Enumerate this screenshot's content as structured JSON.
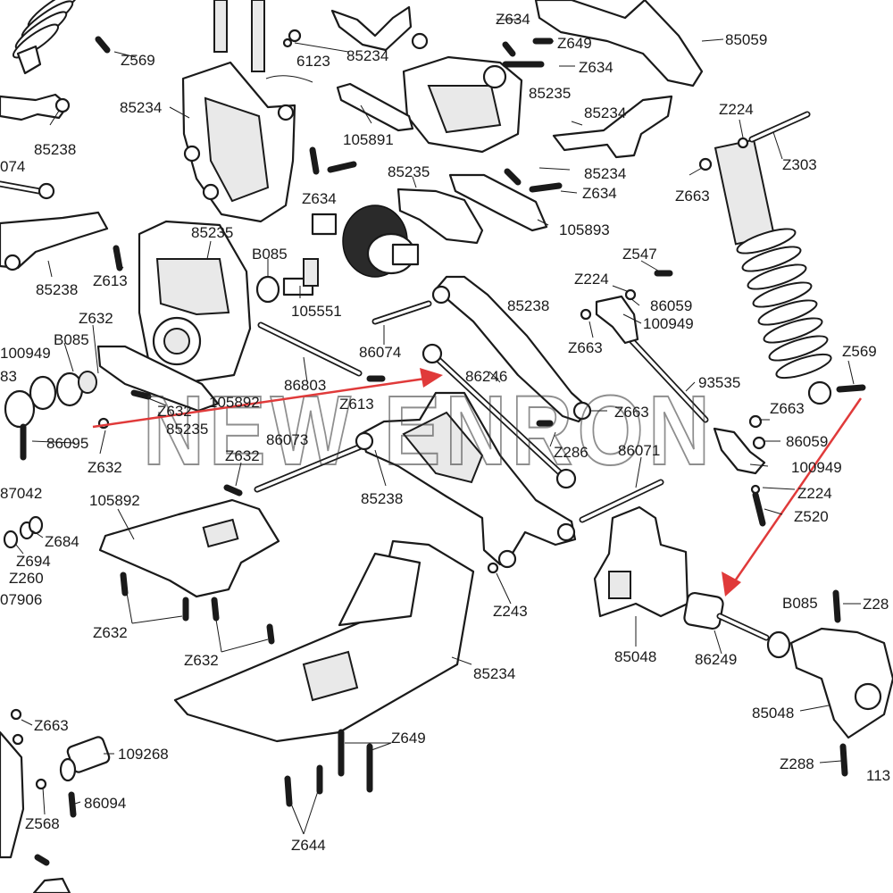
{
  "watermark": "NEW ENRON",
  "arrow_color": "#e03a3a",
  "labels": [
    {
      "id": "z569_top",
      "text": "Z569"
    },
    {
      "id": "p6123",
      "text": "6123"
    },
    {
      "id": "p85234_a",
      "text": "85234"
    },
    {
      "id": "z634_a",
      "text": "Z634"
    },
    {
      "id": "z649_a",
      "text": "Z649"
    },
    {
      "id": "z634_b",
      "text": "Z634"
    },
    {
      "id": "p85059",
      "text": "85059"
    },
    {
      "id": "p85234_b",
      "text": "85234"
    },
    {
      "id": "p85238_a",
      "text": "85238"
    },
    {
      "id": "p074",
      "text": "074"
    },
    {
      "id": "p105891",
      "text": "105891"
    },
    {
      "id": "p85235_a",
      "text": "85235"
    },
    {
      "id": "p85234_c",
      "text": "85234"
    },
    {
      "id": "z224_a",
      "text": "Z224"
    },
    {
      "id": "z634_c",
      "text": "Z634"
    },
    {
      "id": "p85234_d",
      "text": "85234"
    },
    {
      "id": "z634_d",
      "text": "Z634"
    },
    {
      "id": "z303",
      "text": "Z303"
    },
    {
      "id": "p85235_b",
      "text": "85235"
    },
    {
      "id": "z663_a",
      "text": "Z663"
    },
    {
      "id": "p105893",
      "text": "105893"
    },
    {
      "id": "p85235_c",
      "text": "85235"
    },
    {
      "id": "b085_a",
      "text": "B085"
    },
    {
      "id": "z547",
      "text": "Z547"
    },
    {
      "id": "z613_a",
      "text": "Z613"
    },
    {
      "id": "z224_b",
      "text": "Z224"
    },
    {
      "id": "p85238_b",
      "text": "85238"
    },
    {
      "id": "p86059_a",
      "text": "86059"
    },
    {
      "id": "p85238_c",
      "text": "85238"
    },
    {
      "id": "p105551",
      "text": "105551"
    },
    {
      "id": "p100949_a",
      "text": "100949"
    },
    {
      "id": "z632_a",
      "text": "Z632"
    },
    {
      "id": "z663_b",
      "text": "Z663"
    },
    {
      "id": "p100949_b",
      "text": "100949"
    },
    {
      "id": "b085_b",
      "text": "B085"
    },
    {
      "id": "p86074",
      "text": "86074"
    },
    {
      "id": "z569_b",
      "text": "Z569"
    },
    {
      "id": "p86246",
      "text": "86246"
    },
    {
      "id": "p93535",
      "text": "93535"
    },
    {
      "id": "p83",
      "text": "83"
    },
    {
      "id": "p86803",
      "text": "86803"
    },
    {
      "id": "p105892_a",
      "text": "105892"
    },
    {
      "id": "z613_b",
      "text": "Z613"
    },
    {
      "id": "z663_c",
      "text": "Z663"
    },
    {
      "id": "z632_b",
      "text": "Z632"
    },
    {
      "id": "z663_d",
      "text": "Z663"
    },
    {
      "id": "p85235_d",
      "text": "85235"
    },
    {
      "id": "p86095",
      "text": "86095"
    },
    {
      "id": "p86073",
      "text": "86073"
    },
    {
      "id": "p86059_b",
      "text": "86059"
    },
    {
      "id": "z286",
      "text": "Z286"
    },
    {
      "id": "p86071",
      "text": "86071"
    },
    {
      "id": "z632_c",
      "text": "Z632"
    },
    {
      "id": "z632_d",
      "text": "Z632"
    },
    {
      "id": "p100949_c",
      "text": "100949"
    },
    {
      "id": "p87042",
      "text": "87042"
    },
    {
      "id": "p85238_d",
      "text": "85238"
    },
    {
      "id": "z224_c",
      "text": "Z224"
    },
    {
      "id": "p105892_b",
      "text": "105892"
    },
    {
      "id": "z520",
      "text": "Z520"
    },
    {
      "id": "z684",
      "text": "Z684"
    },
    {
      "id": "z694",
      "text": "Z694"
    },
    {
      "id": "z260",
      "text": "Z260"
    },
    {
      "id": "p07906",
      "text": "07906"
    },
    {
      "id": "z243",
      "text": "Z243"
    },
    {
      "id": "b085_c",
      "text": "B085"
    },
    {
      "id": "z28",
      "text": "Z28"
    },
    {
      "id": "z632_e",
      "text": "Z632"
    },
    {
      "id": "p85048_a",
      "text": "85048"
    },
    {
      "id": "p86249",
      "text": "86249"
    },
    {
      "id": "z632_f",
      "text": "Z632"
    },
    {
      "id": "p85234_e",
      "text": "85234"
    },
    {
      "id": "p85048_b",
      "text": "85048"
    },
    {
      "id": "z663_e",
      "text": "Z663"
    },
    {
      "id": "p109268",
      "text": "109268"
    },
    {
      "id": "z649_b",
      "text": "Z649"
    },
    {
      "id": "z288",
      "text": "Z288"
    },
    {
      "id": "p113",
      "text": "113"
    },
    {
      "id": "p86094",
      "text": "86094"
    },
    {
      "id": "z568",
      "text": "Z568"
    },
    {
      "id": "z644",
      "text": "Z644"
    }
  ]
}
